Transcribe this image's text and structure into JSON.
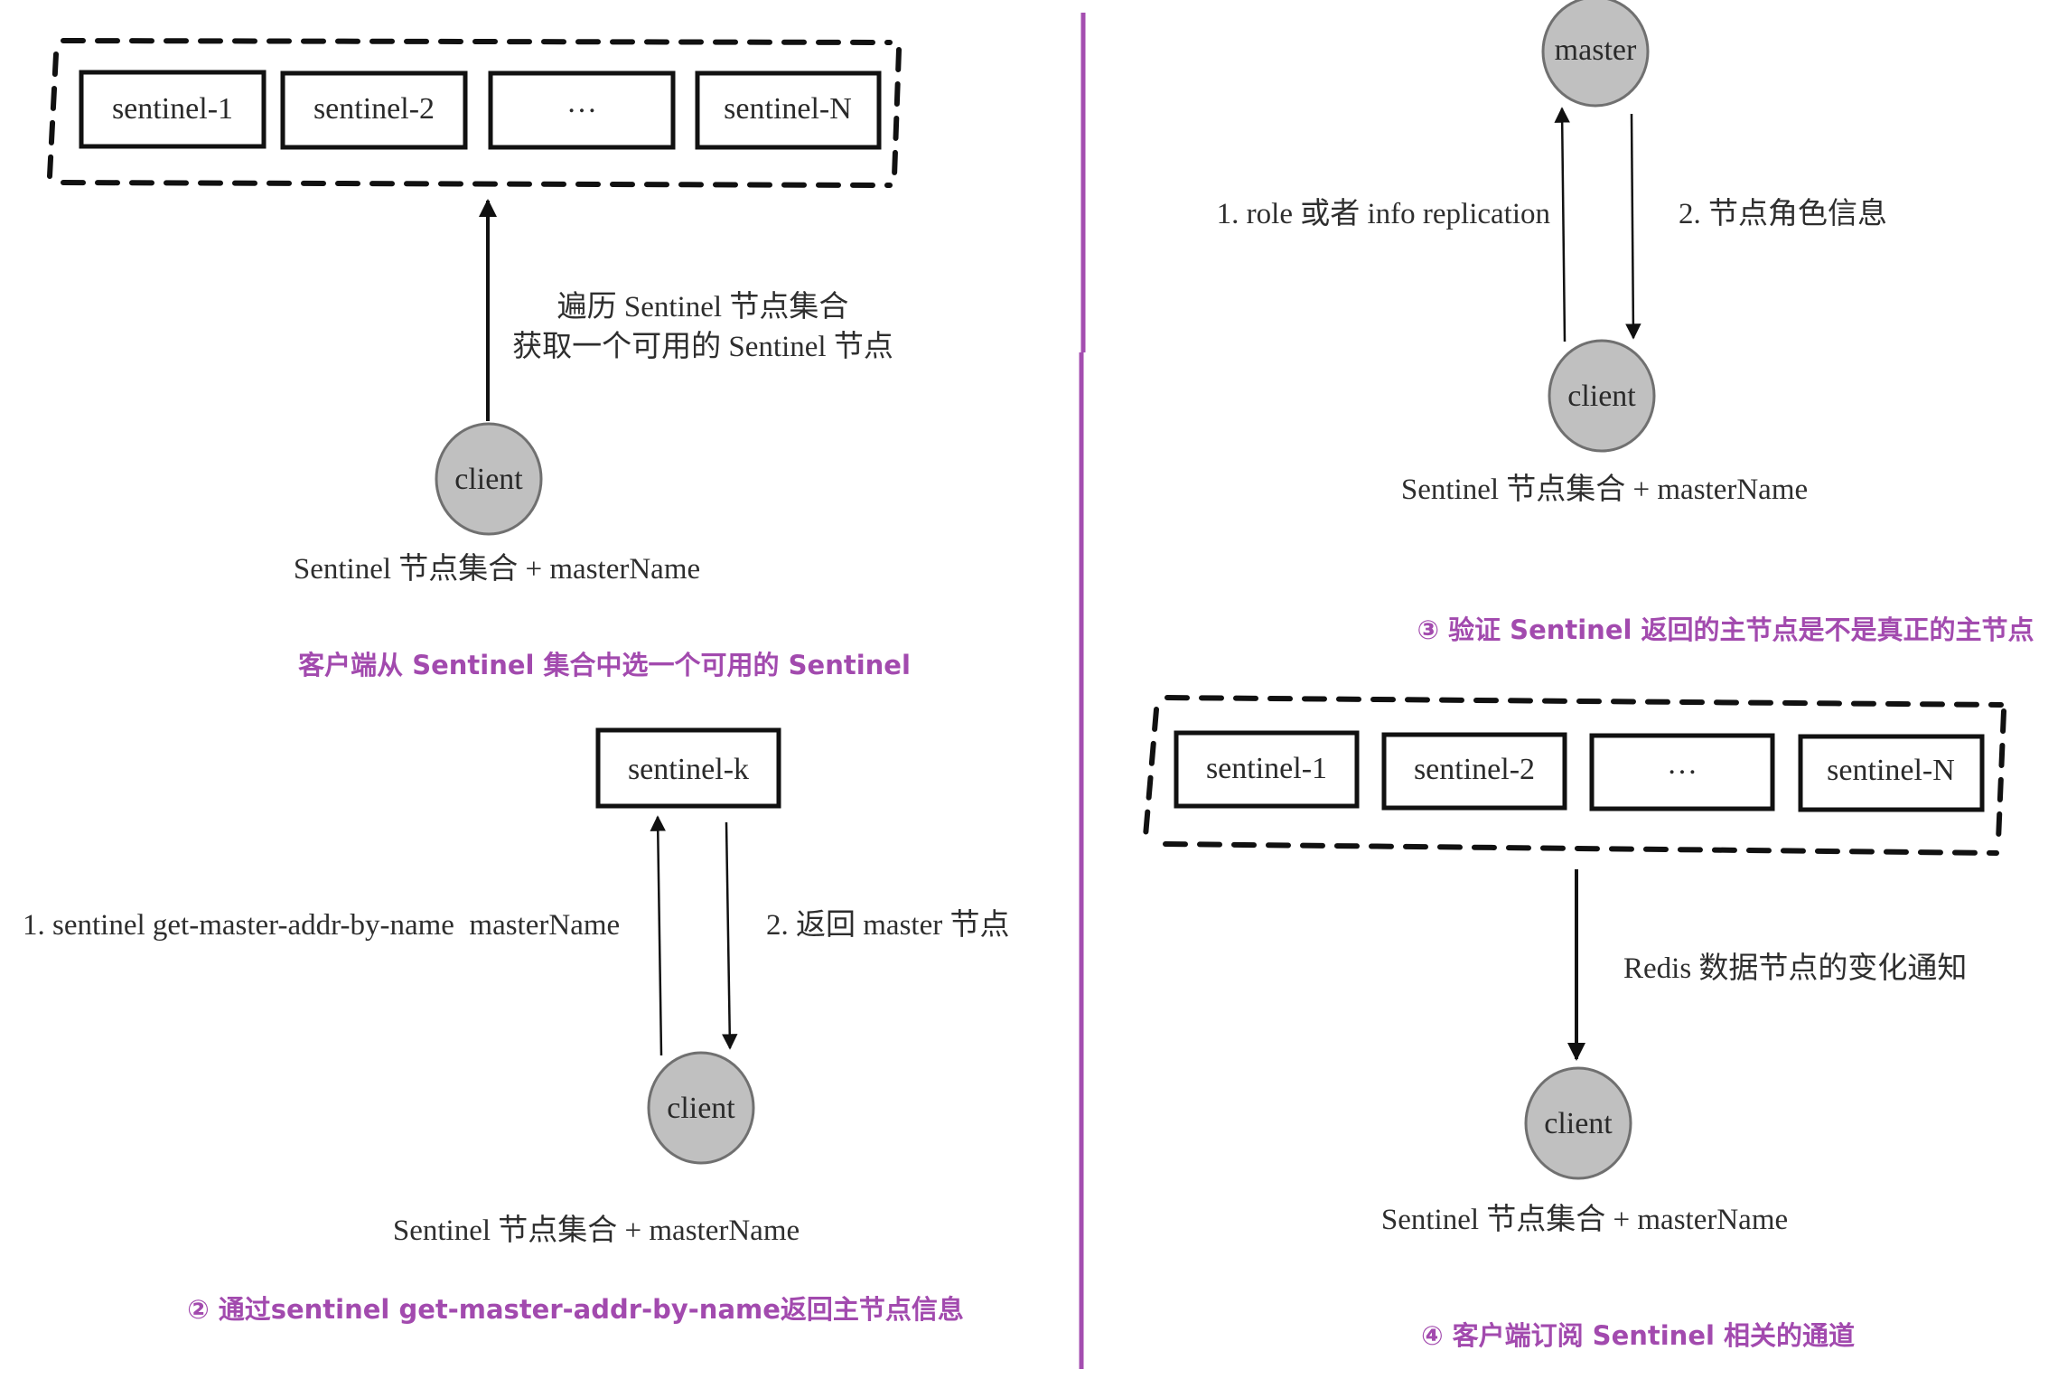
{
  "colors": {
    "caption": "#a24aae",
    "divider": "#a44eb0",
    "node_fill": "#c0c0c0",
    "node_stroke": "#707070",
    "ink": "#111111"
  },
  "panels": [
    {
      "id": "panel-1",
      "sentinels": [
        "sentinel-1",
        "sentinel-2",
        "…",
        "sentinel-N"
      ],
      "arrow_label_lines": [
        "遍历 Sentinel 节点集合",
        "获取一个可用的 Sentinel 节点"
      ],
      "client_label": "client",
      "client_caption": "Sentinel 节点集合 + masterName",
      "caption": "客户端从 Sentinel 集合中选一个可用的 Sentinel"
    },
    {
      "id": "panel-2",
      "sentinel": "sentinel-k",
      "request_label": "1. sentinel get-master-addr-by-name  masterName",
      "response_label": "2. 返回 master 节点",
      "client_label": "client",
      "client_caption": "Sentinel 节点集合 + masterName",
      "caption": "② 通过sentinel get-master-addr-by-name返回主节点信息"
    },
    {
      "id": "panel-3",
      "master_label": "master",
      "request_label": "1. role 或者 info replication",
      "response_label": "2. 节点角色信息",
      "client_label": "client",
      "client_caption": "Sentinel 节点集合 + masterName",
      "caption": "③ 验证 Sentinel 返回的主节点是不是真正的主节点"
    },
    {
      "id": "panel-4",
      "sentinels": [
        "sentinel-1",
        "sentinel-2",
        "…",
        "sentinel-N"
      ],
      "arrow_label": "Redis 数据节点的变化通知",
      "client_label": "client",
      "client_caption": "Sentinel 节点集合 + masterName",
      "caption": "④ 客户端订阅 Sentinel 相关的通道"
    }
  ]
}
